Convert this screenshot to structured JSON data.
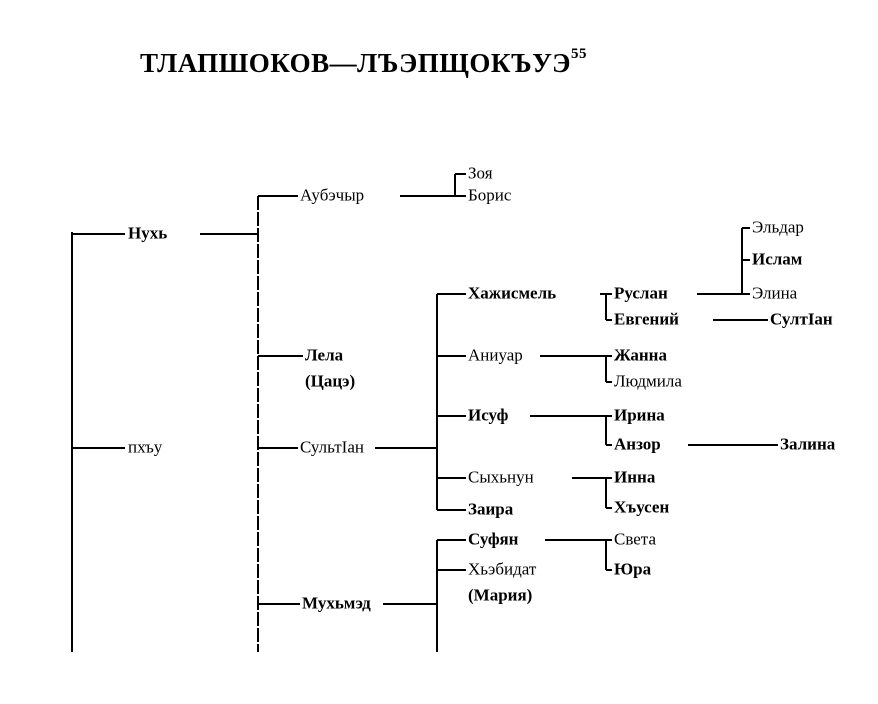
{
  "title": {
    "text": "ТЛАПШОКОВ—ЛЪЭПЩОКЪУЭ",
    "footnote": "55"
  },
  "tree": {
    "gen1": {
      "nukh": "Нухь",
      "pkhu": "пхъу"
    },
    "gen2": {
      "aubechyr": "Аубэчыр",
      "lela": "Лела",
      "lela_alias": "(Цацэ)",
      "sultan": "СультIан",
      "mukhmed": "Мухьмэд"
    },
    "gen3": {
      "zoya": "Зоя",
      "boris": "Борис",
      "khazhismel": "Хажисмель",
      "aniuar": "Аниуар",
      "isuf": "Исуф",
      "sykhnun": "Сыхьнун",
      "zaira": "Заира",
      "sufyan": "Суфян",
      "khebidat": "Хьэбидат",
      "khebidat_alias": "(Мария)"
    },
    "gen4": {
      "ruslan": "Руслан",
      "evgeniy": "Евгений",
      "zhanna": "Жанна",
      "lyudmila": "Людмила",
      "irina": "Ирина",
      "anzor": "Анзор",
      "inna": "Инна",
      "khusen": "Хъусен",
      "sveta": "Света",
      "yura": "Юра"
    },
    "gen5": {
      "eldar": "Эльдар",
      "islam": "Ислам",
      "elina": "Элина",
      "sultan2": "СултIан",
      "zalina": "Залина"
    }
  }
}
